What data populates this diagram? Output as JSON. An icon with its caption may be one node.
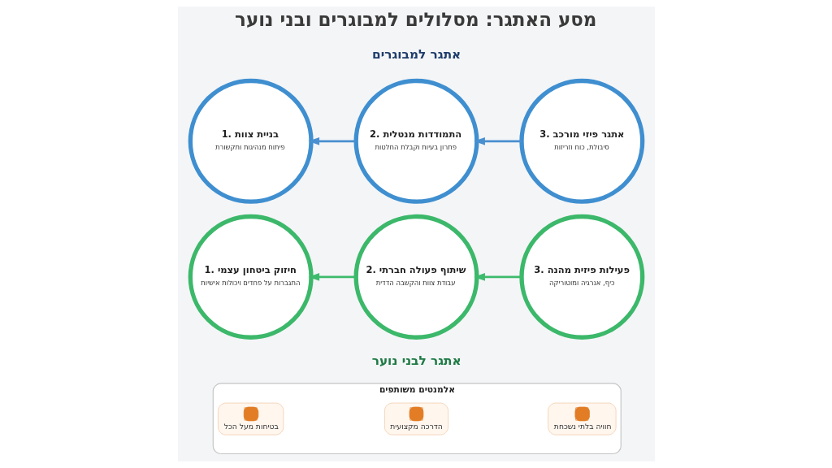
{
  "diagram": {
    "title": "מסע האתגר: מסלולים למבוגרים ובני נוער",
    "nodes": [
      {
        "text": [
          "3. אתגר פיזי מורכב",
          "סיבולת, כוח וזריזות"
        ]
      },
      {
        "text": [
          "2. התמודדות מנטלית",
          "פתרון בעיות וקבלת החלטות"
        ]
      },
      {
        "text": [
          "1. בניית צוות",
          "פיתוח מנהיגות ותקשורת"
        ]
      },
      {
        "text": [
          "3. פעילות פיזית מהנה",
          "כיף, אנרגיה ומוטוריקה"
        ]
      },
      {
        "text": [
          "2. שיתוף פעולה חברתי",
          "עבודת צוות והקשבה הדדית"
        ]
      },
      {
        "text": [
          "1. חיזוק ביטחון עצמי",
          "התגברות על פחדים ויכולות אישיות"
        ]
      },
      {
        "text": [
          "אלמנטים משותפים"
        ]
      },
      {
        "text": [
          "חוויה בלתי נשכחת"
        ],
        "in": 6
      },
      {
        "text": [
          "הדרכה מקצועית"
        ],
        "in": 6
      },
      {
        "text": [
          "בטיחות מעל הכל"
        ],
        "in": 6
      }
    ],
    "edges": [
      {
        "from": 0,
        "to": 1,
        "arrow": "to",
        "color": "#4a90d0"
      },
      {
        "from": 1,
        "to": 2,
        "arrow": "to",
        "color": "#4a90d0"
      },
      {
        "from": 3,
        "to": 4,
        "arrow": "to",
        "color": "#3dbb6c"
      },
      {
        "from": 4,
        "to": 5,
        "arrow": "to",
        "color": "#3dbb6c"
      }
    ],
    "labels": [
      "אתגר למבוגרים",
      "אתגר לבני נוער"
    ]
  }
}
